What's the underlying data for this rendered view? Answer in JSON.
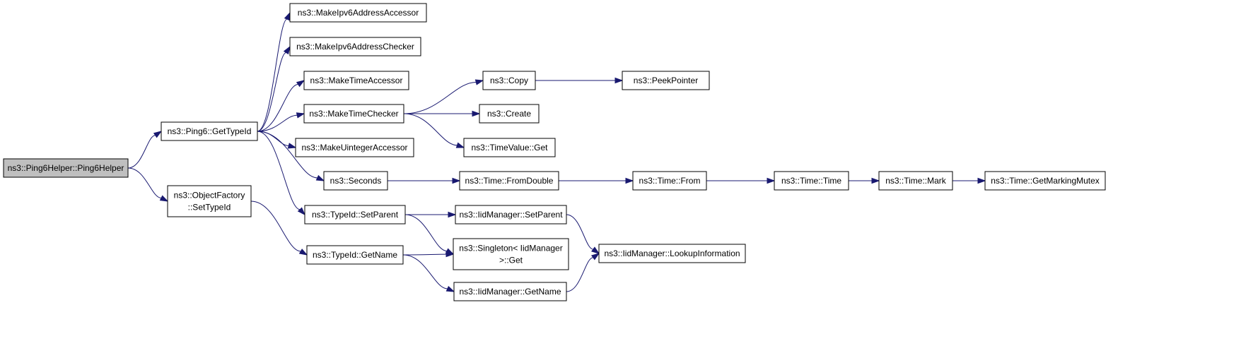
{
  "graph": {
    "nodes": [
      {
        "id": "ping6helper",
        "lines": [
          "ns3::Ping6Helper::Ping6Helper"
        ],
        "root": true
      },
      {
        "id": "ping6_gettypeid",
        "lines": [
          "ns3::Ping6::GetTypeId"
        ]
      },
      {
        "id": "objfactory_settypeid",
        "lines": [
          "ns3::ObjectFactory",
          "::SetTypeId"
        ]
      },
      {
        "id": "makeipv6accessor",
        "lines": [
          "ns3::MakeIpv6AddressAccessor"
        ]
      },
      {
        "id": "makeipv6checker",
        "lines": [
          "ns3::MakeIpv6AddressChecker"
        ]
      },
      {
        "id": "maketimeaccessor",
        "lines": [
          "ns3::MakeTimeAccessor"
        ]
      },
      {
        "id": "maketimechecker",
        "lines": [
          "ns3::MakeTimeChecker"
        ]
      },
      {
        "id": "makeuintegeraccessor",
        "lines": [
          "ns3::MakeUintegerAccessor"
        ]
      },
      {
        "id": "seconds",
        "lines": [
          "ns3::Seconds"
        ]
      },
      {
        "id": "typeid_setparent",
        "lines": [
          "ns3::TypeId::SetParent"
        ]
      },
      {
        "id": "typeid_getname",
        "lines": [
          "ns3::TypeId::GetName"
        ]
      },
      {
        "id": "copy",
        "lines": [
          "ns3::Copy"
        ]
      },
      {
        "id": "create",
        "lines": [
          "ns3::Create"
        ]
      },
      {
        "id": "timevalue_get",
        "lines": [
          "ns3::TimeValue::Get"
        ]
      },
      {
        "id": "time_fromdouble",
        "lines": [
          "ns3::Time::FromDouble"
        ]
      },
      {
        "id": "iidmanager_setparent",
        "lines": [
          "ns3::IidManager::SetParent"
        ]
      },
      {
        "id": "singleton_get",
        "lines": [
          "ns3::Singleton< IidManager",
          " >::Get"
        ]
      },
      {
        "id": "iidmanager_getname",
        "lines": [
          "ns3::IidManager::GetName"
        ]
      },
      {
        "id": "peekpointer",
        "lines": [
          "ns3::PeekPointer"
        ]
      },
      {
        "id": "time_from",
        "lines": [
          "ns3::Time::From"
        ]
      },
      {
        "id": "iidmanager_lookupinformation",
        "lines": [
          "ns3::IidManager::LookupInformation"
        ]
      },
      {
        "id": "time_time",
        "lines": [
          "ns3::Time::Time"
        ]
      },
      {
        "id": "time_mark",
        "lines": [
          "ns3::Time::Mark"
        ]
      },
      {
        "id": "time_getmarkingmutex",
        "lines": [
          "ns3::Time::GetMarkingMutex"
        ]
      }
    ],
    "edges": [
      [
        "ping6helper",
        "ping6_gettypeid"
      ],
      [
        "ping6helper",
        "objfactory_settypeid"
      ],
      [
        "ping6_gettypeid",
        "makeipv6accessor"
      ],
      [
        "ping6_gettypeid",
        "makeipv6checker"
      ],
      [
        "ping6_gettypeid",
        "maketimeaccessor"
      ],
      [
        "ping6_gettypeid",
        "maketimechecker"
      ],
      [
        "ping6_gettypeid",
        "makeuintegeraccessor"
      ],
      [
        "ping6_gettypeid",
        "seconds"
      ],
      [
        "ping6_gettypeid",
        "typeid_setparent"
      ],
      [
        "maketimechecker",
        "copy"
      ],
      [
        "maketimechecker",
        "create"
      ],
      [
        "maketimechecker",
        "timevalue_get"
      ],
      [
        "copy",
        "peekpointer"
      ],
      [
        "seconds",
        "time_fromdouble"
      ],
      [
        "time_fromdouble",
        "time_from"
      ],
      [
        "time_from",
        "time_time"
      ],
      [
        "time_time",
        "time_mark"
      ],
      [
        "time_mark",
        "time_getmarkingmutex"
      ],
      [
        "typeid_setparent",
        "iidmanager_setparent"
      ],
      [
        "typeid_setparent",
        "singleton_get"
      ],
      [
        "iidmanager_setparent",
        "iidmanager_lookupinformation"
      ],
      [
        "objfactory_settypeid",
        "typeid_getname"
      ],
      [
        "typeid_getname",
        "singleton_get"
      ],
      [
        "typeid_getname",
        "iidmanager_getname"
      ],
      [
        "iidmanager_getname",
        "iidmanager_lookupinformation"
      ]
    ]
  }
}
